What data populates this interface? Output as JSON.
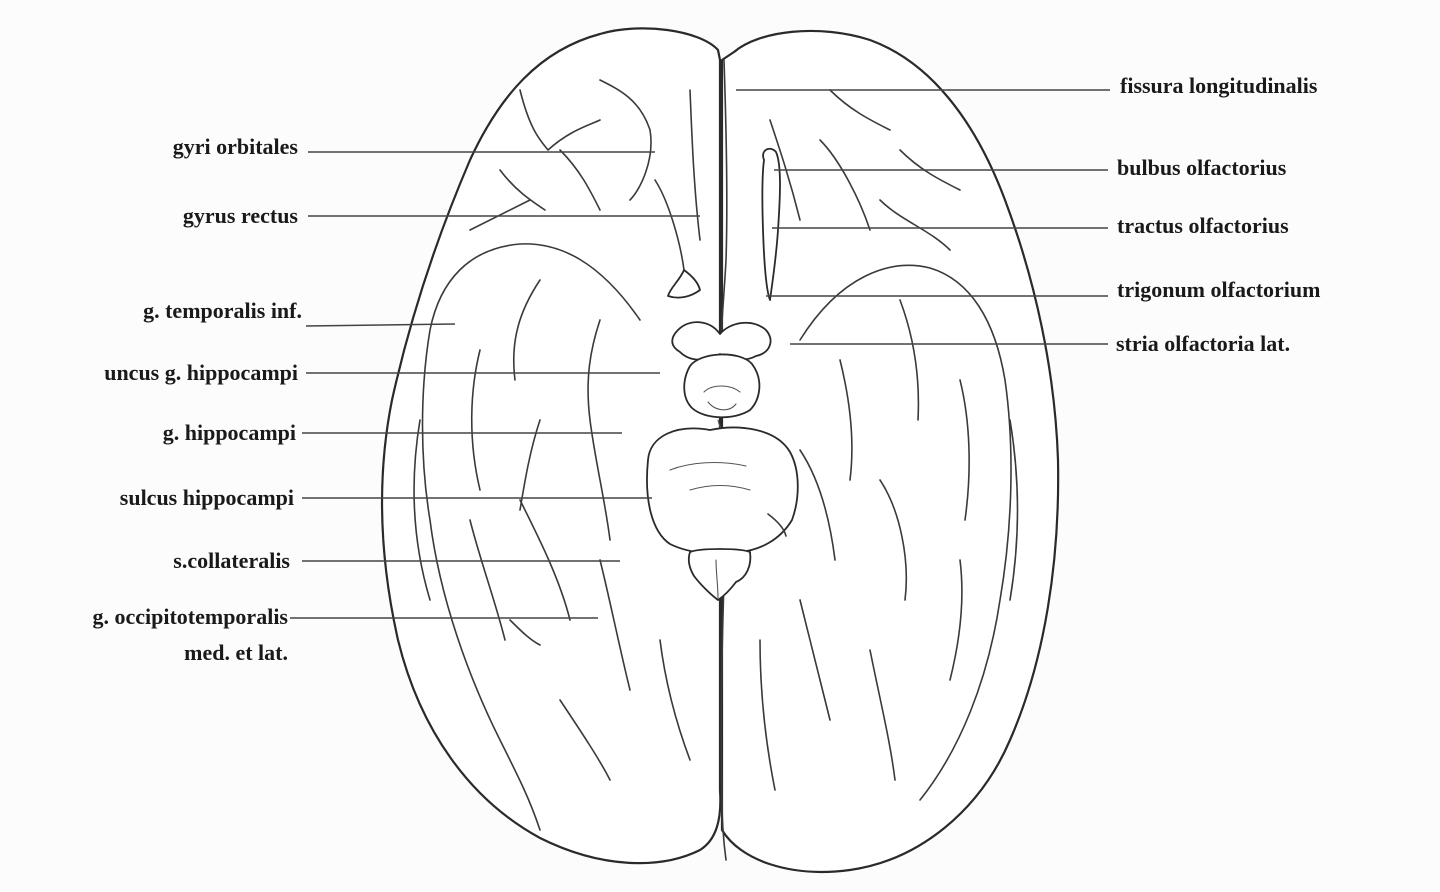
{
  "labels_left": [
    {
      "id": "gyri-orbitales",
      "text": "gyri orbitales"
    },
    {
      "id": "gyrus-rectus",
      "text": "gyrus rectus"
    },
    {
      "id": "g-temporalis-inf",
      "text": "g. temporalis inf."
    },
    {
      "id": "uncus-g-hippocampi",
      "text": "uncus g. hippocampi"
    },
    {
      "id": "g-hippocampi",
      "text": "g. hippocampi"
    },
    {
      "id": "sulcus-hippocampi",
      "text": "sulcus hippocampi"
    },
    {
      "id": "s-collateralis",
      "text": "s.collateralis"
    },
    {
      "id": "g-occipitotemporalis",
      "text": "g. occipitotemporalis"
    },
    {
      "id": "med-et-lat",
      "text": "med. et lat."
    }
  ],
  "labels_right": [
    {
      "id": "fissura-longitudinalis",
      "text": "fissura longitudinalis"
    },
    {
      "id": "bulbus-olfactorius",
      "text": "bulbus olfactorius"
    },
    {
      "id": "tractus-olfactorius",
      "text": "tractus olfactorius"
    },
    {
      "id": "trigonum-olfactorium",
      "text": "trigonum olfactorium"
    },
    {
      "id": "stria-olfactoria-lat",
      "text": "stria olfactoria lat."
    }
  ]
}
